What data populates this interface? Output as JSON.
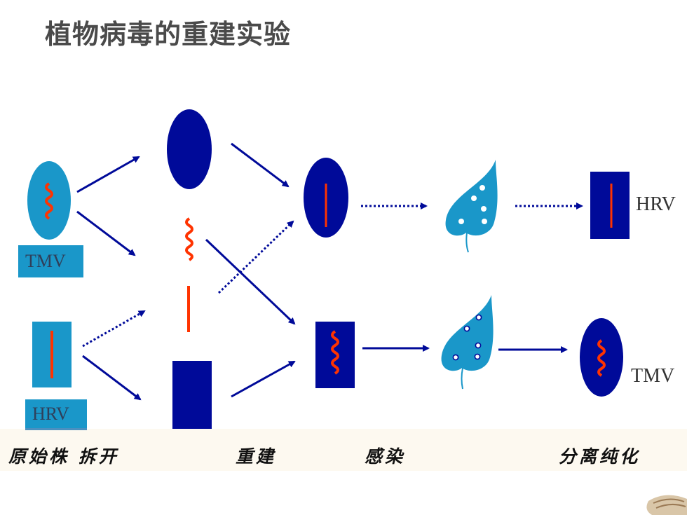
{
  "title": "植物病毒的重建实验",
  "labels": {
    "tmv_left": "TMV",
    "hrv_left": "HRV",
    "hrv_right": "HRV",
    "tmv_right": "TMV"
  },
  "stages": [
    "原始株 拆开",
    "重建",
    "感染",
    "分离纯化"
  ],
  "colors": {
    "navy": "#000a99",
    "cyan": "#1a97c9",
    "red": "#ff3300",
    "arrow": "#000a99"
  }
}
